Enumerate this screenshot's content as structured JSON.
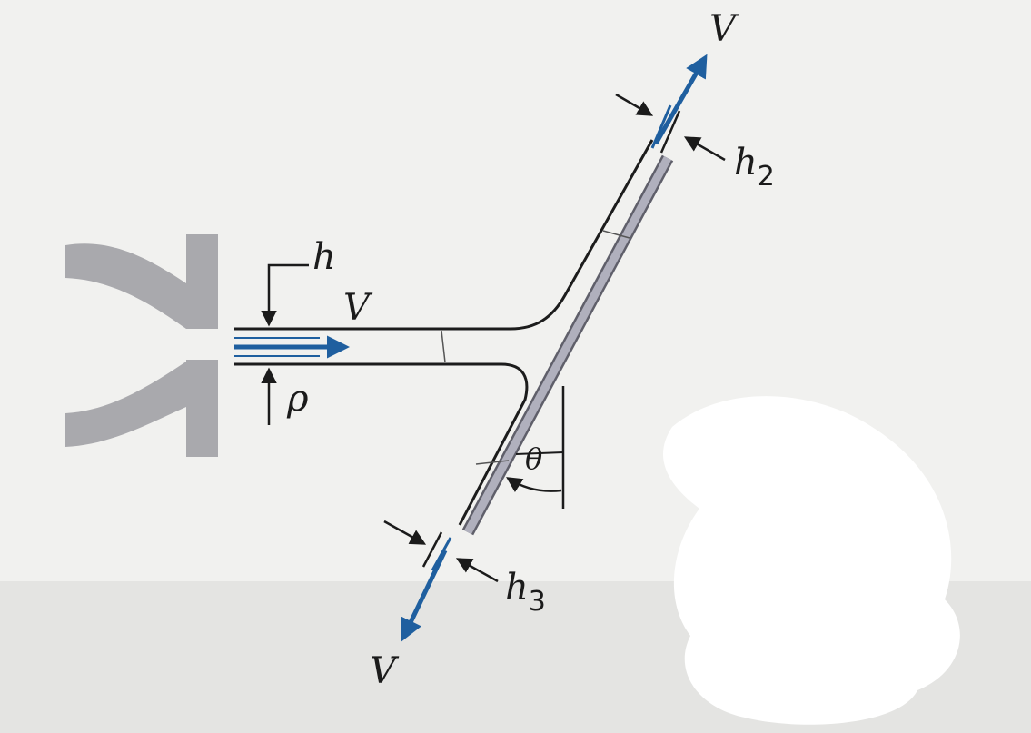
{
  "figure": {
    "labels": {
      "v_inlet": "V",
      "v_top": "V",
      "v_bottom": "V",
      "h_inlet": "h",
      "rho": "ρ",
      "theta": "θ",
      "h2_base": "h",
      "h2_sub": "2",
      "h3_base": "h",
      "h3_sub": "3"
    },
    "colors": {
      "flow_arrow": "#1f5f9f",
      "nozzle": "#a9a9ad",
      "plate": "#a7a7b5",
      "stream_line": "#1c1c1c",
      "background": "#f1f1ef"
    },
    "icons": [
      "nozzle",
      "jet-flow-arrow",
      "inclined-plate",
      "angle-arc"
    ]
  }
}
